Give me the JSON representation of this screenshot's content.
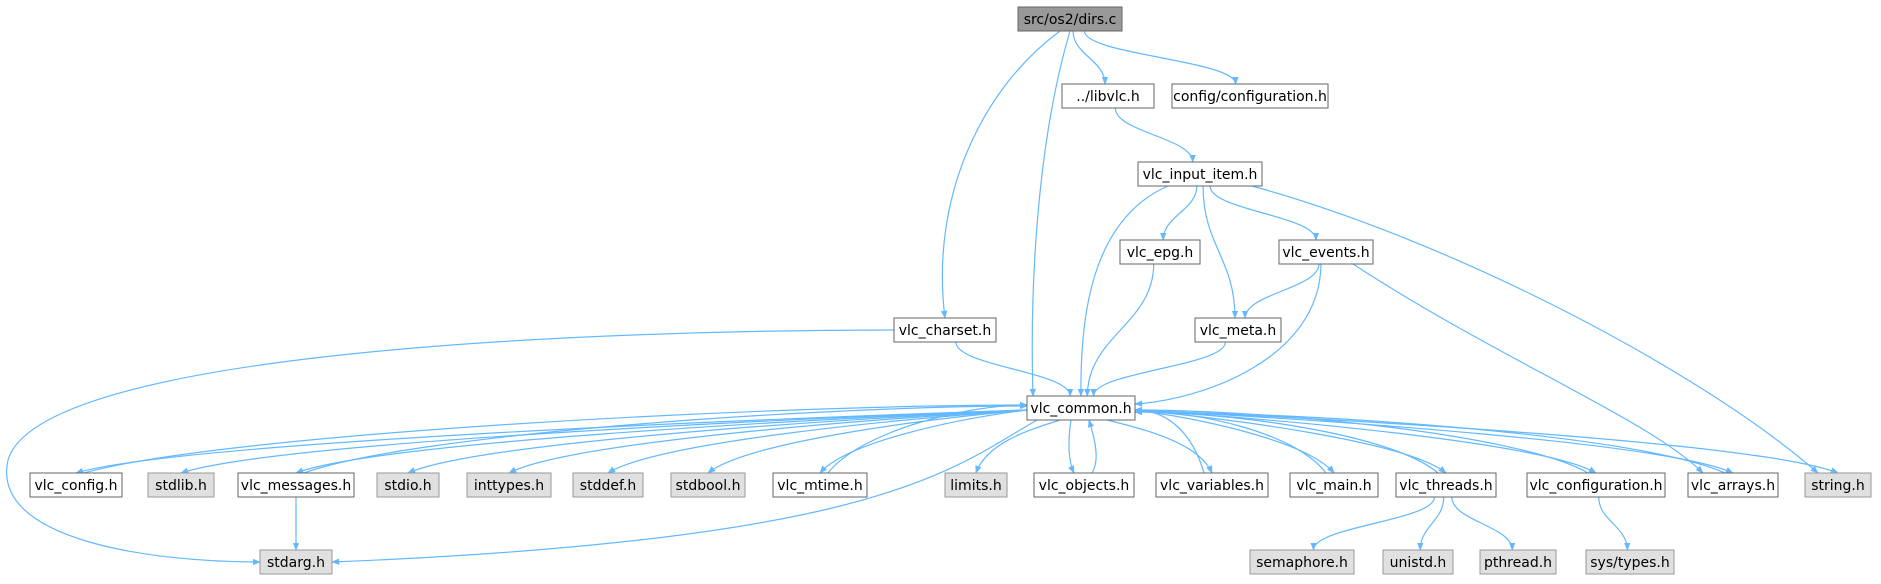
{
  "colors": {
    "edge": "#63b8ff",
    "root_fill": "#999999",
    "root_stroke": "#666666",
    "normal_fill": "#ffffff",
    "normal_stroke": "#666666",
    "system_fill": "#e0e0e0",
    "system_stroke": "#999999"
  },
  "nodes": [
    {
      "id": "dirs_c",
      "label": "src/os2/dirs.c",
      "kind": "root"
    },
    {
      "id": "libvlc_h",
      "label": "../libvlc.h",
      "kind": "normal"
    },
    {
      "id": "config_configuration_h",
      "label": "config/configuration.h",
      "kind": "normal"
    },
    {
      "id": "vlc_input_item_h",
      "label": "vlc_input_item.h",
      "kind": "normal"
    },
    {
      "id": "vlc_epg_h",
      "label": "vlc_epg.h",
      "kind": "normal"
    },
    {
      "id": "vlc_events_h",
      "label": "vlc_events.h",
      "kind": "normal"
    },
    {
      "id": "vlc_charset_h",
      "label": "vlc_charset.h",
      "kind": "normal"
    },
    {
      "id": "vlc_meta_h",
      "label": "vlc_meta.h",
      "kind": "normal"
    },
    {
      "id": "vlc_common_h",
      "label": "vlc_common.h",
      "kind": "normal"
    },
    {
      "id": "vlc_config_h",
      "label": "vlc_config.h",
      "kind": "normal"
    },
    {
      "id": "stdlib_h",
      "label": "stdlib.h",
      "kind": "system"
    },
    {
      "id": "vlc_messages_h",
      "label": "vlc_messages.h",
      "kind": "normal"
    },
    {
      "id": "stdio_h",
      "label": "stdio.h",
      "kind": "system"
    },
    {
      "id": "inttypes_h",
      "label": "inttypes.h",
      "kind": "system"
    },
    {
      "id": "stddef_h",
      "label": "stddef.h",
      "kind": "system"
    },
    {
      "id": "stdbool_h",
      "label": "stdbool.h",
      "kind": "system"
    },
    {
      "id": "vlc_mtime_h",
      "label": "vlc_mtime.h",
      "kind": "normal"
    },
    {
      "id": "limits_h",
      "label": "limits.h",
      "kind": "system"
    },
    {
      "id": "vlc_objects_h",
      "label": "vlc_objects.h",
      "kind": "normal"
    },
    {
      "id": "vlc_variables_h",
      "label": "vlc_variables.h",
      "kind": "normal"
    },
    {
      "id": "vlc_main_h",
      "label": "vlc_main.h",
      "kind": "normal"
    },
    {
      "id": "vlc_threads_h",
      "label": "vlc_threads.h",
      "kind": "normal"
    },
    {
      "id": "vlc_configuration_h",
      "label": "vlc_configuration.h",
      "kind": "normal"
    },
    {
      "id": "vlc_arrays_h",
      "label": "vlc_arrays.h",
      "kind": "normal"
    },
    {
      "id": "string_h",
      "label": "string.h",
      "kind": "system"
    },
    {
      "id": "stdarg_h",
      "label": "stdarg.h",
      "kind": "system"
    },
    {
      "id": "semaphore_h",
      "label": "semaphore.h",
      "kind": "system"
    },
    {
      "id": "unistd_h",
      "label": "unistd.h",
      "kind": "system"
    },
    {
      "id": "pthread_h",
      "label": "pthread.h",
      "kind": "system"
    },
    {
      "id": "sys_types_h",
      "label": "sys/types.h",
      "kind": "system"
    }
  ],
  "edges": [
    {
      "from": "dirs_c",
      "to": "vlc_charset_h"
    },
    {
      "from": "dirs_c",
      "to": "vlc_common_h"
    },
    {
      "from": "dirs_c",
      "to": "libvlc_h"
    },
    {
      "from": "dirs_c",
      "to": "config_configuration_h"
    },
    {
      "from": "libvlc_h",
      "to": "vlc_input_item_h"
    },
    {
      "from": "vlc_input_item_h",
      "to": "vlc_common_h"
    },
    {
      "from": "vlc_input_item_h",
      "to": "vlc_epg_h"
    },
    {
      "from": "vlc_input_item_h",
      "to": "vlc_meta_h"
    },
    {
      "from": "vlc_input_item_h",
      "to": "vlc_events_h"
    },
    {
      "from": "vlc_input_item_h",
      "to": "string_h"
    },
    {
      "from": "vlc_epg_h",
      "to": "vlc_common_h"
    },
    {
      "from": "vlc_events_h",
      "to": "vlc_meta_h"
    },
    {
      "from": "vlc_events_h",
      "to": "vlc_common_h"
    },
    {
      "from": "vlc_events_h",
      "to": "vlc_arrays_h"
    },
    {
      "from": "vlc_charset_h",
      "to": "vlc_common_h"
    },
    {
      "from": "vlc_charset_h",
      "to": "stdarg_h"
    },
    {
      "from": "vlc_meta_h",
      "to": "vlc_common_h"
    },
    {
      "from": "vlc_common_h",
      "to": "vlc_config_h"
    },
    {
      "from": "vlc_common_h",
      "to": "stdlib_h"
    },
    {
      "from": "vlc_common_h",
      "to": "vlc_messages_h"
    },
    {
      "from": "vlc_common_h",
      "to": "stdio_h"
    },
    {
      "from": "vlc_common_h",
      "to": "inttypes_h"
    },
    {
      "from": "vlc_common_h",
      "to": "stddef_h"
    },
    {
      "from": "vlc_common_h",
      "to": "stdbool_h"
    },
    {
      "from": "vlc_common_h",
      "to": "vlc_mtime_h"
    },
    {
      "from": "vlc_common_h",
      "to": "limits_h"
    },
    {
      "from": "vlc_common_h",
      "to": "vlc_objects_h"
    },
    {
      "from": "vlc_common_h",
      "to": "vlc_variables_h"
    },
    {
      "from": "vlc_common_h",
      "to": "vlc_main_h"
    },
    {
      "from": "vlc_common_h",
      "to": "vlc_threads_h"
    },
    {
      "from": "vlc_common_h",
      "to": "vlc_configuration_h"
    },
    {
      "from": "vlc_common_h",
      "to": "vlc_arrays_h"
    },
    {
      "from": "vlc_common_h",
      "to": "string_h"
    },
    {
      "from": "vlc_common_h",
      "to": "stdarg_h"
    },
    {
      "from": "vlc_config_h",
      "to": "vlc_common_h"
    },
    {
      "from": "vlc_messages_h",
      "to": "vlc_common_h"
    },
    {
      "from": "vlc_messages_h",
      "to": "stdarg_h"
    },
    {
      "from": "vlc_mtime_h",
      "to": "vlc_common_h"
    },
    {
      "from": "vlc_objects_h",
      "to": "vlc_common_h"
    },
    {
      "from": "vlc_variables_h",
      "to": "vlc_common_h"
    },
    {
      "from": "vlc_main_h",
      "to": "vlc_common_h"
    },
    {
      "from": "vlc_threads_h",
      "to": "vlc_common_h"
    },
    {
      "from": "vlc_threads_h",
      "to": "semaphore_h"
    },
    {
      "from": "vlc_threads_h",
      "to": "unistd_h"
    },
    {
      "from": "vlc_threads_h",
      "to": "pthread_h"
    },
    {
      "from": "vlc_configuration_h",
      "to": "vlc_common_h"
    },
    {
      "from": "vlc_configuration_h",
      "to": "sys_types_h"
    },
    {
      "from": "vlc_arrays_h",
      "to": "vlc_common_h"
    }
  ]
}
